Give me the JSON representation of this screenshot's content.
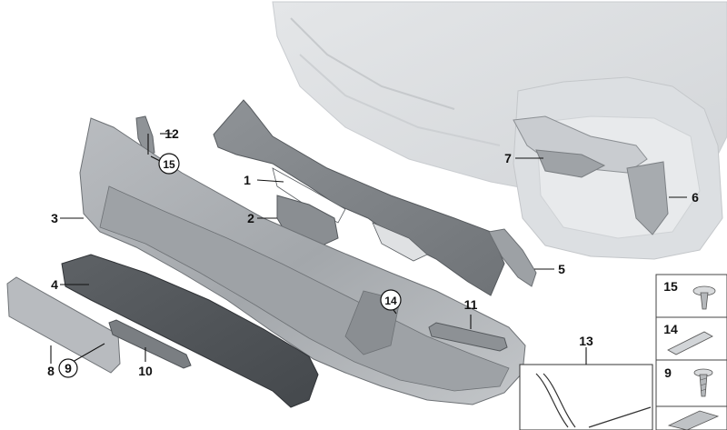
{
  "diagram": {
    "callouts": [
      {
        "id": "c1",
        "text": "1",
        "circled": false
      },
      {
        "id": "c2",
        "text": "2",
        "circled": false
      },
      {
        "id": "c3",
        "text": "3",
        "circled": false
      },
      {
        "id": "c4",
        "text": "4",
        "circled": false
      },
      {
        "id": "c5",
        "text": "5",
        "circled": false
      },
      {
        "id": "c6",
        "text": "6",
        "circled": false
      },
      {
        "id": "c7",
        "text": "7",
        "circled": false
      },
      {
        "id": "c8",
        "text": "8",
        "circled": false
      },
      {
        "id": "c9",
        "text": "9",
        "circled": true
      },
      {
        "id": "c10",
        "text": "10",
        "circled": false
      },
      {
        "id": "c11",
        "text": "11",
        "circled": false
      },
      {
        "id": "c12",
        "text": "12",
        "circled": false
      },
      {
        "id": "c13",
        "text": "13",
        "circled": false
      },
      {
        "id": "c14",
        "text": "14",
        "circled": true
      },
      {
        "id": "c15",
        "text": "15",
        "circled": true
      }
    ],
    "legend": [
      {
        "text": "15",
        "icon": "screw-clip-icon"
      },
      {
        "text": "14",
        "icon": "slider-clip-icon"
      },
      {
        "text": "9",
        "icon": "self-tapping-screw-icon"
      }
    ]
  }
}
